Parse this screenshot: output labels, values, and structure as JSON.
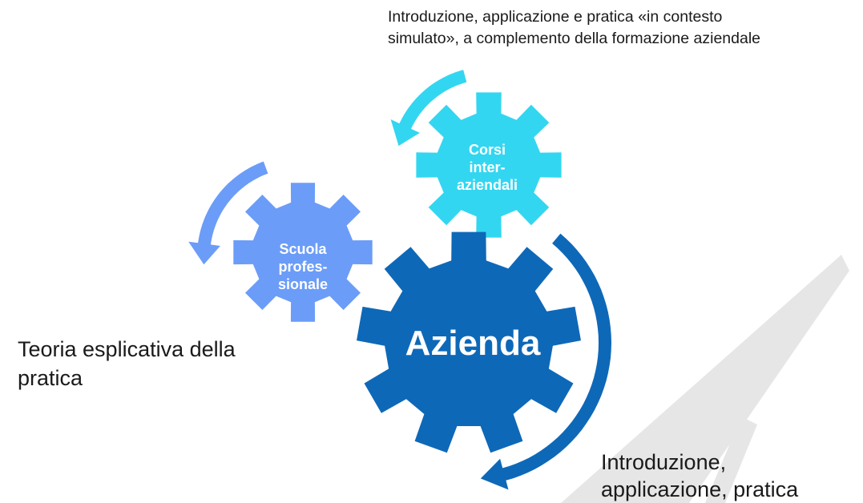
{
  "captions": {
    "top": [
      "Introduzione, applicazione e pratica «in contesto",
      "simulato», a complemento della formazione aziendale"
    ],
    "left": [
      "Teoria esplicativa della",
      "pratica"
    ],
    "bottom": [
      "Introduzione,",
      "applicazione, pratica"
    ]
  },
  "gears": {
    "corsi": {
      "lines": [
        "Corsi",
        "inter-",
        "aziendali"
      ],
      "color": "#33d6f0"
    },
    "scuola": {
      "lines": [
        "Scuola",
        "profes-",
        "sionale"
      ],
      "color": "#6b9cf8"
    },
    "azienda": {
      "lines": [
        "Azienda"
      ],
      "color": "#0e68b8"
    }
  },
  "colors": {
    "arrow_corsi": "#33d6f0",
    "arrow_scuola": "#6b9cf8",
    "arrow_azienda": "#0e68b8",
    "watermark": "#e6e6e6"
  }
}
